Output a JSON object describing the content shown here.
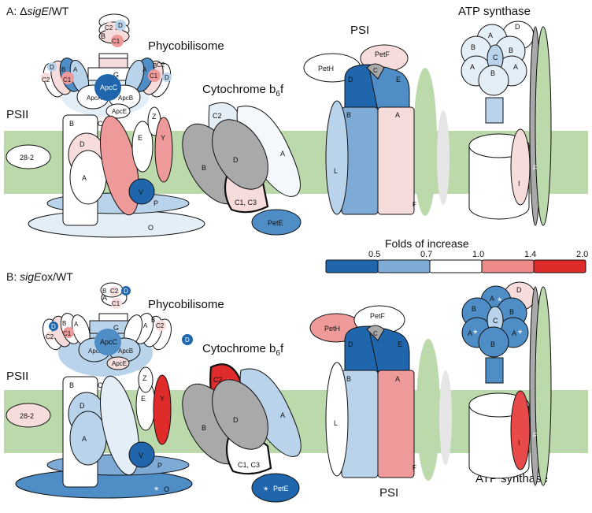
{
  "panels": {
    "a": {
      "prefix": "A: Δ",
      "italic": "sigE",
      "suffix": "/WT"
    },
    "b": {
      "prefix": "B: ",
      "italic": "sigE",
      "suffix": "ox/WT"
    }
  },
  "complexes": {
    "phycobilisome": "Phycobilisome",
    "cytochrome": "Cytochrome b",
    "cytochrome_sub": "6",
    "cytochrome_end": "f",
    "psi": "PSI",
    "psii": "PSII",
    "atp": "ATP synthase"
  },
  "legend": {
    "title": "Folds of increase",
    "ticks": [
      "0.5",
      "0.7",
      "1.0",
      "1.4",
      "2.0"
    ],
    "colors": [
      "#1f66ad",
      "#7eaad6",
      "#ffffff",
      "#ef8a8a",
      "#e02b2b"
    ]
  },
  "labels": {
    "pbs_c2": "C2",
    "pbs_d": "D",
    "pbs_b": "B",
    "pbs_c1": "C1",
    "pbs_a": "A",
    "pbs_g": "G",
    "apcc": "ApcC",
    "apca": "ApcA",
    "apcb": "ApcB",
    "apce": "ApcE",
    "psii_28": "28-2",
    "psii_b": "B",
    "psii_c": "C",
    "psii_d": "D",
    "psii_a": "A",
    "psii_e": "E",
    "psii_y": "Y",
    "psii_z": "Z",
    "psii_v": "V",
    "psii_p": "P",
    "psii_o": "O",
    "cyt_c2": "C2",
    "cyt_b": "B",
    "cyt_d": "D",
    "cyt_a": "A",
    "cyt_c1c3": "C1, C3",
    "cyt_pete": "PetE",
    "psi_peth": "PetH",
    "psi_petf": "PetF",
    "psi_c": "C",
    "psi_d": "D",
    "psi_e": "E",
    "psi_b": "B",
    "psi_a": "A",
    "psi_l": "L",
    "psi_f": "F",
    "atp_a": "A",
    "atp_b": "B",
    "atp_c": "C",
    "atp_d": "D",
    "atp_i": "I",
    "atp_f": "F",
    "star": "*"
  },
  "colors": {
    "dark_blue": "#1f66ad",
    "mid_blue": "#4f8dc6",
    "light_blue": "#b9d3ea",
    "pale_blue": "#e4eef7",
    "white": "#ffffff",
    "pale_pink": "#f7dcdc",
    "pink": "#ef9a9a",
    "red": "#e02b2b",
    "gray": "#a9a9a9",
    "membrane": "#bcd9ab"
  }
}
